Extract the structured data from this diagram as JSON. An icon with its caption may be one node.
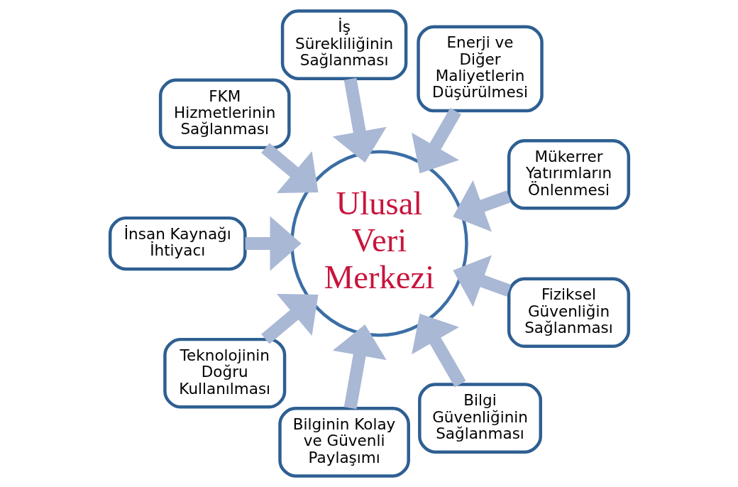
{
  "diagram": {
    "nodes": [
      {
        "text": [
          "Mükerrer Yatırımların Önlenmesi"
        ]
      },
      {
        "text": [
          "Enerji ve Diğer Maliyetlerin Düşürülmesi"
        ]
      },
      {
        "text": [
          "İş Sürekliliğinin Sağlanması"
        ]
      },
      {
        "text": [
          "FKM Hizmetlerinin Sağlanması"
        ]
      },
      {
        "text": [
          "İnsan Kaynağı İhtiyacı"
        ]
      },
      {
        "text": [
          "Teknolojinin Doğru Kullanılması"
        ]
      },
      {
        "text": [
          "Bilginin Kolay ve Güvenli Paylaşımı"
        ]
      },
      {
        "text": [
          "Bilgi Güvenliğinin Sağlanması"
        ]
      },
      {
        "text": [
          "Fiziksel Güvenliğin Sağlanması"
        ]
      },
      {
        "text": [
          "Ulusal Veri Merkezi"
        ]
      }
    ],
    "edges": [
      {
        "from": 0,
        "to": 9,
        "arrow": "to"
      },
      {
        "from": 1,
        "to": 9,
        "arrow": "to"
      },
      {
        "from": 2,
        "to": 9,
        "arrow": "to"
      },
      {
        "from": 3,
        "to": 9,
        "arrow": "to"
      },
      {
        "from": 4,
        "to": 9,
        "arrow": "to"
      },
      {
        "from": 5,
        "to": 9,
        "arrow": "to"
      },
      {
        "from": 6,
        "to": 9,
        "arrow": "to"
      },
      {
        "from": 7,
        "to": 9,
        "arrow": "to"
      },
      {
        "from": 8,
        "to": 9,
        "arrow": "to"
      }
    ]
  }
}
